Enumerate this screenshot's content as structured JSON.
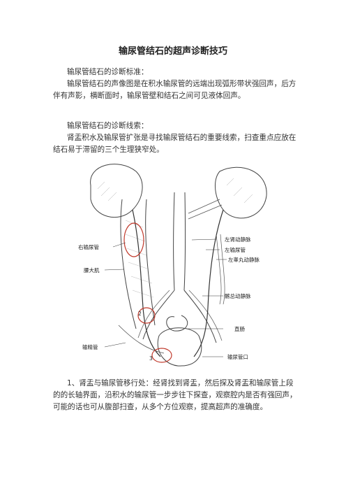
{
  "title": "输尿管结石的超声诊断技巧",
  "section1": {
    "heading": "输尿管结石的诊断标准：",
    "body": "输尿管结石的声像图是在积水输尿管的远端出现弧形带状强回声，后方伴有声影，横断面时，输尿管壁和结石之间可见液体回声。"
  },
  "section2": {
    "heading": "输尿管结石的诊断线索：",
    "body": "肾盂积水及输尿管扩张是寻找输尿管结石的重要线索，扫查重点应放在结石易于滞留的三个生理狭窄处。"
  },
  "figure": {
    "labels": {
      "right_ureter": "右输尿管",
      "psoas": "腰大肌",
      "vas": "输精管",
      "renal_vessels": "左肾动静脉",
      "left_ureter": "左输尿管",
      "testicular": "左睾丸动静脉",
      "iliac": "髂总动静脉",
      "rectum": "直肠",
      "ureter_orifice": "输尿管口"
    },
    "markers": [
      "2",
      "3"
    ]
  },
  "section3": {
    "body": "1、肾盂与输尿管移行处：经肾找到肾盂，然后探及肾盂和输尿管上段的的长轴界面，沿积水的输尿管一步步往下探查，观察腔内是否有强回声，可能的话也可从腹部扫查，从多个方位观察，提高超声的准确度。"
  }
}
